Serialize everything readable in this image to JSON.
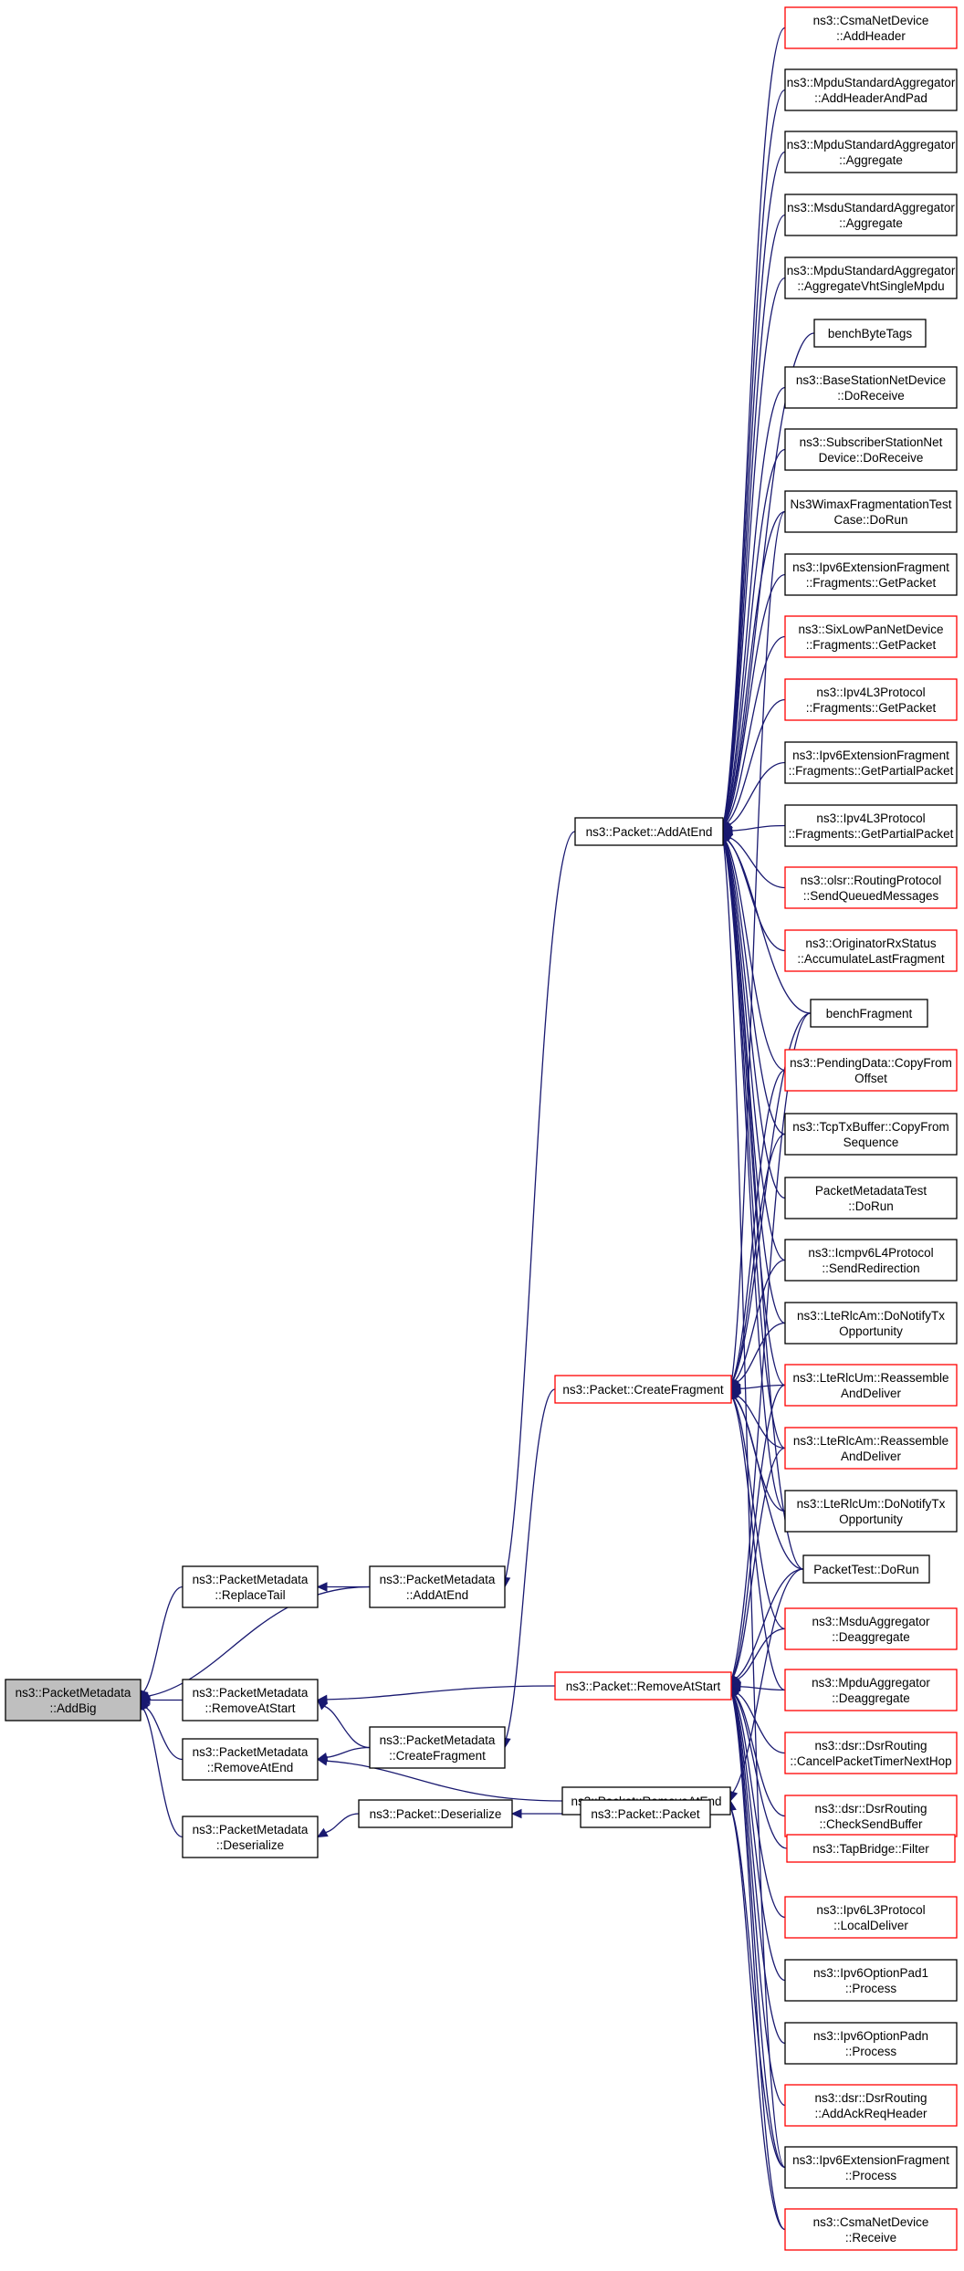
{
  "colors": {
    "edge": "#191970",
    "normal_border": "#000000",
    "red_border": "#ff0000",
    "root_fill": "#bfbfbf",
    "node_fill": "#ffffff"
  },
  "nodes": [
    {
      "id": "root",
      "lines": [
        "ns3::PacketMetadata",
        "::AddBig"
      ],
      "style": "root"
    },
    {
      "id": "pm_replacetail",
      "lines": [
        "ns3::PacketMetadata",
        "::ReplaceTail"
      ],
      "style": "normal"
    },
    {
      "id": "pm_removeatstart",
      "lines": [
        "ns3::PacketMetadata",
        "::RemoveAtStart"
      ],
      "style": "normal"
    },
    {
      "id": "pm_removeatend",
      "lines": [
        "ns3::PacketMetadata",
        "::RemoveAtEnd"
      ],
      "style": "normal"
    },
    {
      "id": "pm_deserialize",
      "lines": [
        "ns3::PacketMetadata",
        "::Deserialize"
      ],
      "style": "normal"
    },
    {
      "id": "pm_addatend",
      "lines": [
        "ns3::PacketMetadata",
        "::AddAtEnd"
      ],
      "style": "normal"
    },
    {
      "id": "pm_createfragment",
      "lines": [
        "ns3::PacketMetadata",
        "::CreateFragment"
      ],
      "style": "normal"
    },
    {
      "id": "p_deserialize",
      "lines": [
        "ns3::Packet::Deserialize"
      ],
      "style": "normal"
    },
    {
      "id": "p_addatend",
      "lines": [
        "ns3::Packet::AddAtEnd"
      ],
      "style": "normal"
    },
    {
      "id": "p_createfragment",
      "lines": [
        "ns3::Packet::CreateFragment"
      ],
      "style": "red"
    },
    {
      "id": "p_removeatstart",
      "lines": [
        "ns3::Packet::RemoveAtStart"
      ],
      "style": "red"
    },
    {
      "id": "p_removeatend",
      "lines": [
        "ns3::Packet::RemoveAtEnd"
      ],
      "style": "normal"
    },
    {
      "id": "p_packet",
      "lines": [
        "ns3::Packet::Packet"
      ],
      "style": "normal"
    },
    {
      "id": "r0",
      "lines": [
        "ns3::CsmaNetDevice",
        "::AddHeader"
      ],
      "style": "red"
    },
    {
      "id": "r1",
      "lines": [
        "ns3::MpduStandardAggregator",
        "::AddHeaderAndPad"
      ],
      "style": "normal"
    },
    {
      "id": "r2",
      "lines": [
        "ns3::MpduStandardAggregator",
        "::Aggregate"
      ],
      "style": "normal"
    },
    {
      "id": "r3",
      "lines": [
        "ns3::MsduStandardAggregator",
        "::Aggregate"
      ],
      "style": "normal"
    },
    {
      "id": "r4",
      "lines": [
        "ns3::MpduStandardAggregator",
        "::AggregateVhtSingleMpdu"
      ],
      "style": "normal"
    },
    {
      "id": "r5",
      "lines": [
        "benchByteTags"
      ],
      "style": "normal"
    },
    {
      "id": "r6",
      "lines": [
        "ns3::BaseStationNetDevice",
        "::DoReceive"
      ],
      "style": "normal"
    },
    {
      "id": "r7",
      "lines": [
        "ns3::SubscriberStationNet",
        "Device::DoReceive"
      ],
      "style": "normal"
    },
    {
      "id": "r8",
      "lines": [
        "Ns3WimaxFragmentationTest",
        "Case::DoRun"
      ],
      "style": "normal"
    },
    {
      "id": "r9",
      "lines": [
        "ns3::Ipv6ExtensionFragment",
        "::Fragments::GetPacket"
      ],
      "style": "normal"
    },
    {
      "id": "r10",
      "lines": [
        "ns3::SixLowPanNetDevice",
        "::Fragments::GetPacket"
      ],
      "style": "red"
    },
    {
      "id": "r11",
      "lines": [
        "ns3::Ipv4L3Protocol",
        "::Fragments::GetPacket"
      ],
      "style": "red"
    },
    {
      "id": "r12",
      "lines": [
        "ns3::Ipv6ExtensionFragment",
        "::Fragments::GetPartialPacket"
      ],
      "style": "normal"
    },
    {
      "id": "r13",
      "lines": [
        "ns3::Ipv4L3Protocol",
        "::Fragments::GetPartialPacket"
      ],
      "style": "normal"
    },
    {
      "id": "r14",
      "lines": [
        "ns3::olsr::RoutingProtocol",
        "::SendQueuedMessages"
      ],
      "style": "red"
    },
    {
      "id": "r15",
      "lines": [
        "ns3::OriginatorRxStatus",
        "::AccumulateLastFragment"
      ],
      "style": "red"
    },
    {
      "id": "r16",
      "lines": [
        "benchFragment"
      ],
      "style": "normal"
    },
    {
      "id": "r17",
      "lines": [
        "ns3::PendingData::CopyFrom",
        "Offset"
      ],
      "style": "red"
    },
    {
      "id": "r18",
      "lines": [
        "ns3::TcpTxBuffer::CopyFrom",
        "Sequence"
      ],
      "style": "normal"
    },
    {
      "id": "r19",
      "lines": [
        "PacketMetadataTest",
        "::DoRun"
      ],
      "style": "normal"
    },
    {
      "id": "r20",
      "lines": [
        "ns3::Icmpv6L4Protocol",
        "::SendRedirection"
      ],
      "style": "normal"
    },
    {
      "id": "r21",
      "lines": [
        "ns3::LteRlcAm::DoNotifyTx",
        "Opportunity"
      ],
      "style": "normal"
    },
    {
      "id": "r22",
      "lines": [
        "ns3::LteRlcUm::Reassemble",
        "AndDeliver"
      ],
      "style": "red"
    },
    {
      "id": "r23",
      "lines": [
        "ns3::LteRlcAm::Reassemble",
        "AndDeliver"
      ],
      "style": "red"
    },
    {
      "id": "r24",
      "lines": [
        "ns3::LteRlcUm::DoNotifyTx",
        "Opportunity"
      ],
      "style": "normal"
    },
    {
      "id": "r25",
      "lines": [
        "PacketTest::DoRun"
      ],
      "style": "normal"
    },
    {
      "id": "r26",
      "lines": [
        "ns3::MsduAggregator",
        "::Deaggregate"
      ],
      "style": "red"
    },
    {
      "id": "r27",
      "lines": [
        "ns3::MpduAggregator",
        "::Deaggregate"
      ],
      "style": "red"
    },
    {
      "id": "r28",
      "lines": [
        "ns3::dsr::DsrRouting",
        "::CancelPacketTimerNextHop"
      ],
      "style": "red"
    },
    {
      "id": "r29",
      "lines": [
        "ns3::dsr::DsrRouting",
        "::CheckSendBuffer"
      ],
      "style": "red"
    },
    {
      "id": "r30",
      "lines": [
        "ns3::TapBridge::Filter"
      ],
      "style": "red"
    },
    {
      "id": "r31",
      "lines": [
        "ns3::Ipv6L3Protocol",
        "::LocalDeliver"
      ],
      "style": "red"
    },
    {
      "id": "r32",
      "lines": [
        "ns3::Ipv6OptionPad1",
        "::Process"
      ],
      "style": "normal"
    },
    {
      "id": "r33",
      "lines": [
        "ns3::Ipv6OptionPadn",
        "::Process"
      ],
      "style": "normal"
    },
    {
      "id": "r34",
      "lines": [
        "ns3::dsr::DsrRouting",
        "::AddAckReqHeader"
      ],
      "style": "red"
    },
    {
      "id": "r35",
      "lines": [
        "ns3::Ipv6ExtensionFragment",
        "::Process"
      ],
      "style": "normal"
    },
    {
      "id": "r36",
      "lines": [
        "ns3::CsmaNetDevice",
        "::Receive"
      ],
      "style": "red"
    }
  ],
  "edges": [
    [
      "pm_replacetail",
      "root"
    ],
    [
      "pm_removeatstart",
      "root"
    ],
    [
      "pm_removeatend",
      "root"
    ],
    [
      "pm_deserialize",
      "root"
    ],
    [
      "pm_addatend",
      "root"
    ],
    [
      "pm_addatend",
      "pm_replacetail"
    ],
    [
      "pm_createfragment",
      "pm_removeatstart"
    ],
    [
      "pm_createfragment",
      "pm_removeatend"
    ],
    [
      "p_removeatstart",
      "pm_removeatstart"
    ],
    [
      "p_removeatend",
      "pm_removeatend"
    ],
    [
      "p_deserialize",
      "pm_deserialize"
    ],
    [
      "p_addatend",
      "pm_addatend"
    ],
    [
      "p_createfragment",
      "pm_createfragment"
    ],
    [
      "p_packet",
      "p_deserialize"
    ],
    [
      "r0",
      "p_addatend"
    ],
    [
      "r1",
      "p_addatend"
    ],
    [
      "r2",
      "p_addatend"
    ],
    [
      "r3",
      "p_addatend"
    ],
    [
      "r4",
      "p_addatend"
    ],
    [
      "r5",
      "p_addatend"
    ],
    [
      "r6",
      "p_addatend"
    ],
    [
      "r7",
      "p_addatend"
    ],
    [
      "r8",
      "p_addatend"
    ],
    [
      "r9",
      "p_addatend"
    ],
    [
      "r10",
      "p_addatend"
    ],
    [
      "r11",
      "p_addatend"
    ],
    [
      "r12",
      "p_addatend"
    ],
    [
      "r13",
      "p_addatend"
    ],
    [
      "r14",
      "p_addatend"
    ],
    [
      "r15",
      "p_addatend"
    ],
    [
      "r16",
      "p_addatend"
    ],
    [
      "r17",
      "p_addatend"
    ],
    [
      "r18",
      "p_addatend"
    ],
    [
      "r19",
      "p_addatend"
    ],
    [
      "r20",
      "p_addatend"
    ],
    [
      "r21",
      "p_addatend"
    ],
    [
      "r22",
      "p_addatend"
    ],
    [
      "r23",
      "p_addatend"
    ],
    [
      "r24",
      "p_addatend"
    ],
    [
      "r25",
      "p_addatend"
    ],
    [
      "r35",
      "p_addatend"
    ],
    [
      "r8",
      "p_createfragment"
    ],
    [
      "r16",
      "p_createfragment"
    ],
    [
      "r17",
      "p_createfragment"
    ],
    [
      "r18",
      "p_createfragment"
    ],
    [
      "r20",
      "p_createfragment"
    ],
    [
      "r21",
      "p_createfragment"
    ],
    [
      "r22",
      "p_createfragment"
    ],
    [
      "r23",
      "p_createfragment"
    ],
    [
      "r24",
      "p_createfragment"
    ],
    [
      "r25",
      "p_createfragment"
    ],
    [
      "r26",
      "p_createfragment"
    ],
    [
      "r27",
      "p_createfragment"
    ],
    [
      "r16",
      "p_removeatstart"
    ],
    [
      "r22",
      "p_removeatstart"
    ],
    [
      "r23",
      "p_removeatstart"
    ],
    [
      "r25",
      "p_removeatstart"
    ],
    [
      "r26",
      "p_removeatstart"
    ],
    [
      "r27",
      "p_removeatstart"
    ],
    [
      "r28",
      "p_removeatstart"
    ],
    [
      "r29",
      "p_removeatstart"
    ],
    [
      "r30",
      "p_removeatstart"
    ],
    [
      "r31",
      "p_removeatstart"
    ],
    [
      "r32",
      "p_removeatstart"
    ],
    [
      "r33",
      "p_removeatstart"
    ],
    [
      "r34",
      "p_removeatstart"
    ],
    [
      "r35",
      "p_removeatstart"
    ],
    [
      "r36",
      "p_removeatstart"
    ],
    [
      "r25",
      "p_removeatend"
    ],
    [
      "r36",
      "p_removeatend"
    ],
    [
      "r35",
      "p_removeatend"
    ]
  ]
}
